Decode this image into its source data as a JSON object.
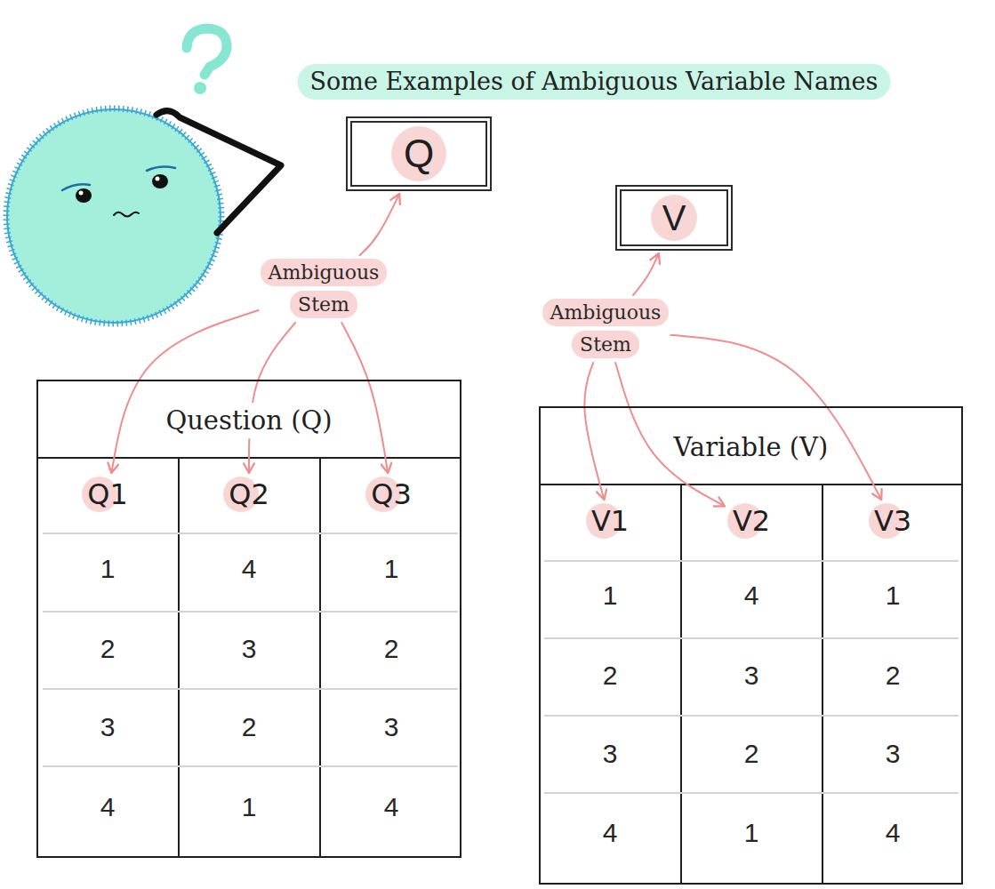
{
  "diagram": {
    "title": "Some Examples of Ambiguous Variable Names",
    "nodes": [
      {
        "text": [
          "Q"
        ]
      },
      {
        "text": [
          "Ambiguous Stem"
        ]
      },
      {
        "text": [
          "Question (Q)"
        ]
      },
      {
        "text": [
          "Q1"
        ],
        "in": 2
      },
      {
        "text": [
          "Q2"
        ],
        "in": 2
      },
      {
        "text": [
          "Q3"
        ],
        "in": 2
      },
      {
        "text": [
          "V"
        ]
      },
      {
        "text": [
          "Ambiguous Stem"
        ]
      },
      {
        "text": [
          "Variable (V)"
        ]
      },
      {
        "text": [
          "V1"
        ],
        "in": 8
      },
      {
        "text": [
          "V2"
        ],
        "in": 8
      },
      {
        "text": [
          "V3"
        ],
        "in": 8
      }
    ],
    "edges": [
      {
        "from": 1,
        "to": 0,
        "arrow": "to"
      },
      {
        "from": 1,
        "to": 3,
        "arrow": "to"
      },
      {
        "from": 1,
        "to": 4,
        "arrow": "to"
      },
      {
        "from": 1,
        "to": 5,
        "arrow": "to"
      },
      {
        "from": 7,
        "to": 6,
        "arrow": "to"
      },
      {
        "from": 7,
        "to": 9,
        "arrow": "to"
      },
      {
        "from": 7,
        "to": 10,
        "arrow": "to"
      },
      {
        "from": 7,
        "to": 11,
        "arrow": "to"
      }
    ],
    "labels": [
      "1",
      "4",
      "1",
      "2",
      "3",
      "2",
      "3",
      "2",
      "3",
      "4",
      "1",
      "4",
      "1",
      "4",
      "1",
      "2",
      "3",
      "2",
      "3",
      "2",
      "3",
      "4",
      "1",
      "4"
    ]
  }
}
